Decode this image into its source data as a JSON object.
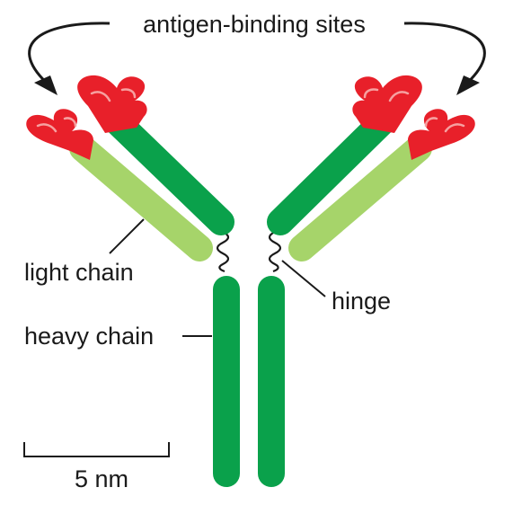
{
  "labels": {
    "antigen_binding_sites": "antigen-binding sites",
    "light_chain": "light chain",
    "heavy_chain": "heavy chain",
    "hinge": "hinge",
    "scale_bar": "5 nm"
  },
  "colors": {
    "heavy_chain": "#0aa14b",
    "light_chain": "#a6d46a",
    "antigen_binding_site": "#e8202a",
    "antigen_binding_highlight": "#f6a0a0",
    "outline_and_text": "#1a1a1a"
  }
}
